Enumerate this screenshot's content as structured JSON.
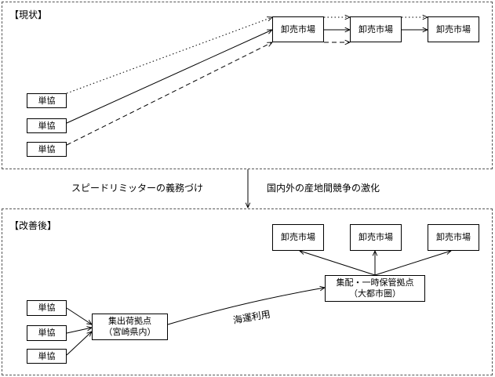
{
  "before": {
    "title": "【現状】",
    "origins": [
      "単協",
      "単協",
      "単協"
    ],
    "markets": [
      "卸売市場",
      "卸売市場",
      "卸売市場"
    ]
  },
  "transition": {
    "left_label": "スピードリミッターの義務づけ",
    "right_label": "国内外の産地間競争の激化"
  },
  "after": {
    "title": "【改善後】",
    "origins": [
      "単協",
      "単協",
      "単協"
    ],
    "collection_hub": {
      "line1": "集出荷拠点",
      "line2": "（宮崎県内）"
    },
    "distribution_hub": {
      "line1": "集配・一時保管拠点",
      "line2": "（大都市圏）"
    },
    "sea_route_label": "海運利用",
    "markets": [
      "卸売市場",
      "卸売市場",
      "卸売市場"
    ]
  }
}
